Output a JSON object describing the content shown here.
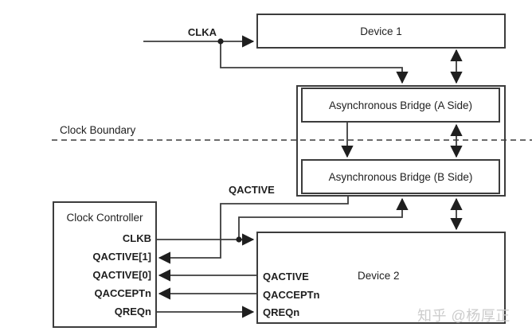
{
  "diagram": {
    "background": "#ffffff",
    "line_color": "#3c3c3c",
    "text_color": "#1f1f1f"
  },
  "labels": {
    "clka": "CLKA",
    "qactive_net": "QACTIVE",
    "clock_boundary": "Clock Boundary"
  },
  "boxes": {
    "device1": {
      "title": "Device 1"
    },
    "bridge_a": {
      "title": "Asynchronous Bridge (A Side)"
    },
    "bridge_b": {
      "title": "Asynchronous Bridge (B Side)"
    },
    "clock_controller": {
      "title": "Clock Controller",
      "ports": [
        {
          "label": "CLKB"
        },
        {
          "label": "QACTIVE[1]"
        },
        {
          "label": "QACTIVE[0]"
        },
        {
          "label": "QACCEPTn"
        },
        {
          "label": "QREQn"
        }
      ]
    },
    "device2": {
      "title": "Device 2",
      "ports": [
        {
          "label": "QACTIVE"
        },
        {
          "label": "QACCEPTn"
        },
        {
          "label": "QREQn"
        }
      ]
    }
  },
  "watermark": {
    "text": "知乎 @杨厚正",
    "color": "#cccccc"
  }
}
